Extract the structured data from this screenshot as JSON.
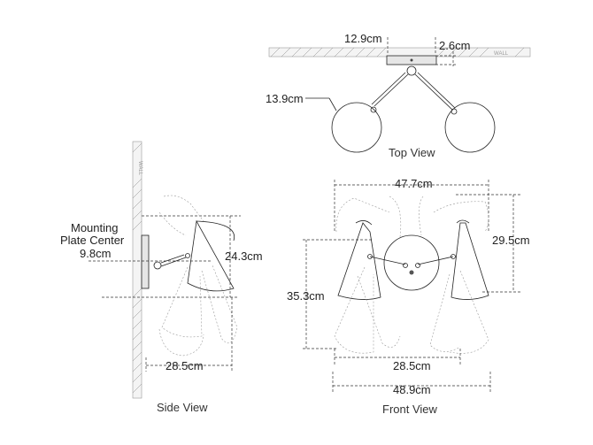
{
  "views": {
    "top": {
      "title": "Top View",
      "wall_label": "WALL",
      "dims": {
        "plate_width": "12.9cm",
        "plate_depth": "2.6cm",
        "shade_diameter": "13.9cm"
      }
    },
    "side": {
      "title": "Side View",
      "wall_label": "WALL",
      "mounting_line1": "Mounting",
      "mounting_line2": "Plate Center",
      "dims": {
        "mount_center": "9.8cm",
        "height": "24.3cm",
        "extension": "28.5cm"
      }
    },
    "front": {
      "title": "Front View",
      "dims": {
        "top_width": "47.7cm",
        "right_height": "29.5cm",
        "left_height": "35.3cm",
        "inner_width": "28.5cm",
        "overall_width": "48.9cm"
      }
    }
  }
}
